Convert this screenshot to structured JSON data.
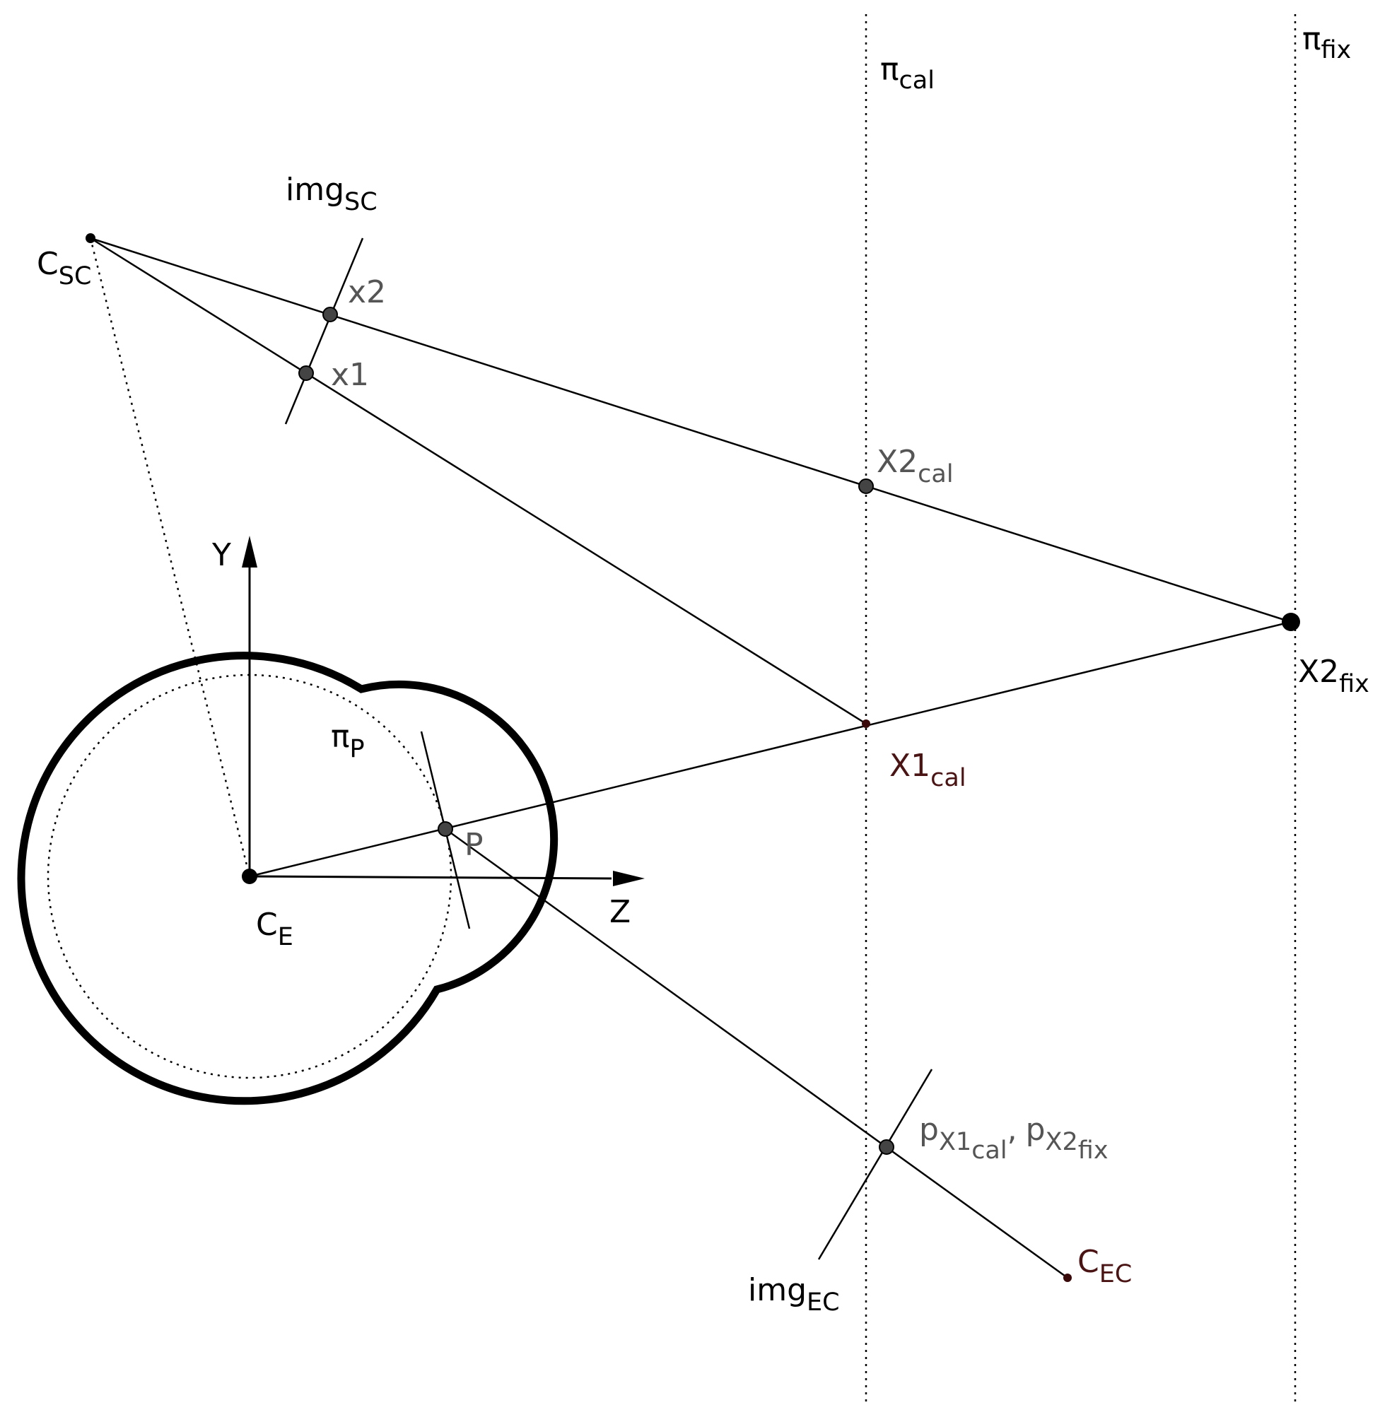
{
  "colors": {
    "line": "#000000",
    "label_black": "#000000",
    "label_grey": "#555555",
    "label_maroon": "#4a1414",
    "point_grey": "#444444"
  },
  "labels": {
    "pi_cal": {
      "base": "π",
      "sub": "cal"
    },
    "pi_fix": {
      "base": "π",
      "sub": "fix"
    },
    "img_sc": {
      "base": "img",
      "sub": "SC"
    },
    "c_sc": {
      "base": "C",
      "sub": "SC"
    },
    "x2": {
      "base": "x2"
    },
    "x1": {
      "base": "x1"
    },
    "x2_cal": {
      "base": "X2",
      "sub": "cal"
    },
    "y_axis": {
      "base": "Y"
    },
    "x2_fix": {
      "base": "X2",
      "sub": "fix"
    },
    "pi_p": {
      "base": "π",
      "sub": "P"
    },
    "x1_cal": {
      "base": "X1",
      "sub": "cal"
    },
    "p": {
      "base": "P"
    },
    "z_axis": {
      "base": "Z"
    },
    "c_e": {
      "base": "C",
      "sub": "E"
    },
    "proj_1": {
      "base": "p",
      "sub": "X1",
      "subsub": "cal"
    },
    "comma": {
      "base": ","
    },
    "proj_2": {
      "base": "p",
      "sub": "X2",
      "subsub": "fix"
    },
    "c_ec": {
      "base": "C",
      "sub": "EC"
    },
    "img_ec": {
      "base": "img",
      "sub": "EC"
    }
  }
}
